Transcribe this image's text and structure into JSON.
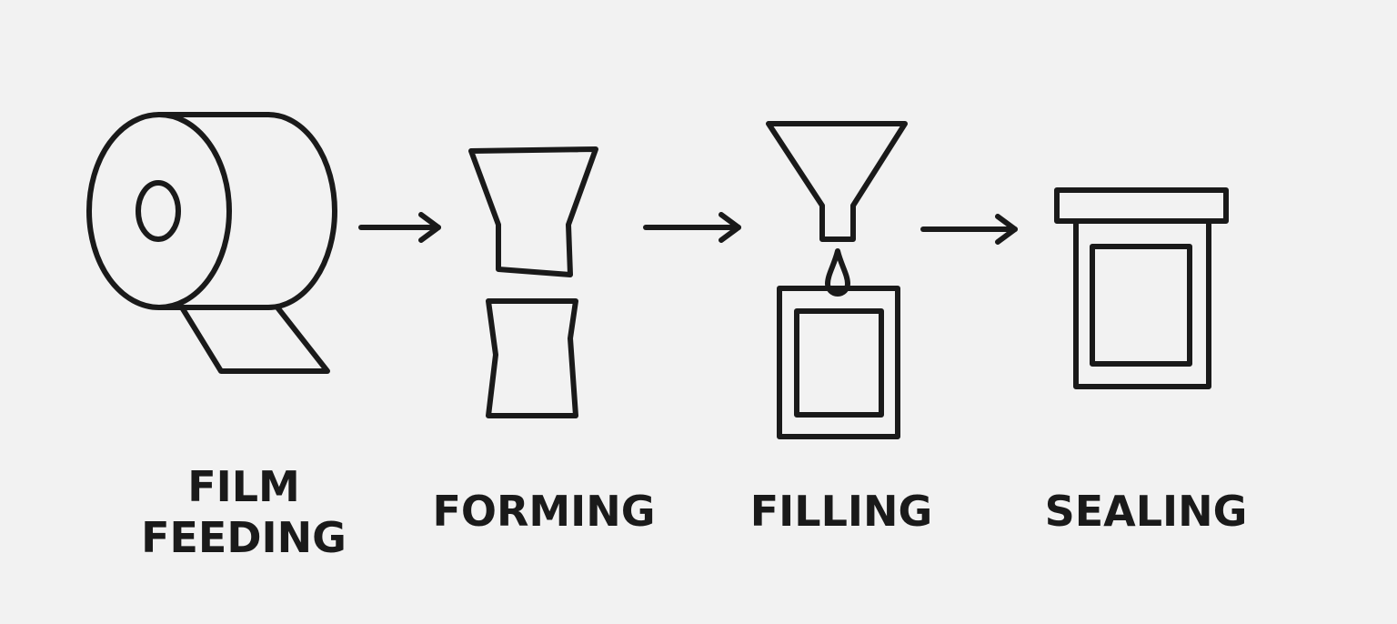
{
  "steps": [
    {
      "icon": "film-roll-icon",
      "label_lines": [
        "FILM",
        "FEEDING"
      ]
    },
    {
      "icon": "bag-forming-icon",
      "label_lines": [
        "FORMING"
      ]
    },
    {
      "icon": "funnel-filling-icon",
      "label_lines": [
        "FILLING"
      ]
    },
    {
      "icon": "sealed-package-icon",
      "label_lines": [
        "SEALING"
      ]
    }
  ],
  "colors": {
    "background": "#f2f2f2",
    "ink": "#1a1a1a"
  }
}
